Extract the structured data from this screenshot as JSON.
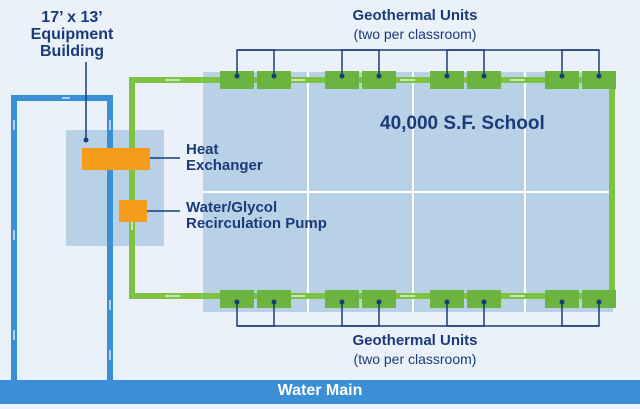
{
  "building_label": "17’ x 13’ Equipment Building",
  "school_label": "40,000 S.F. School",
  "heat_exchanger_label": "Heat Exchanger",
  "pump_label": "Water/Glycol Recirculation Pump",
  "top_units": {
    "title": "Geothermal Units",
    "subtitle": "(two per classroom)"
  },
  "bottom_units": {
    "title": "Geothermal Units",
    "subtitle": "(two per classroom)"
  },
  "water_main_label": "Water Main",
  "colors": {
    "background": "#eaf1f9",
    "school_fill": "#b9d1e6",
    "building_fill": "#b9d1e6",
    "green_loop": "#7dc242",
    "unit_fill": "#6cb33f",
    "orange": "#f59c1a",
    "blue_pipe": "#3b8fd6",
    "text": "#1b3a7a"
  }
}
